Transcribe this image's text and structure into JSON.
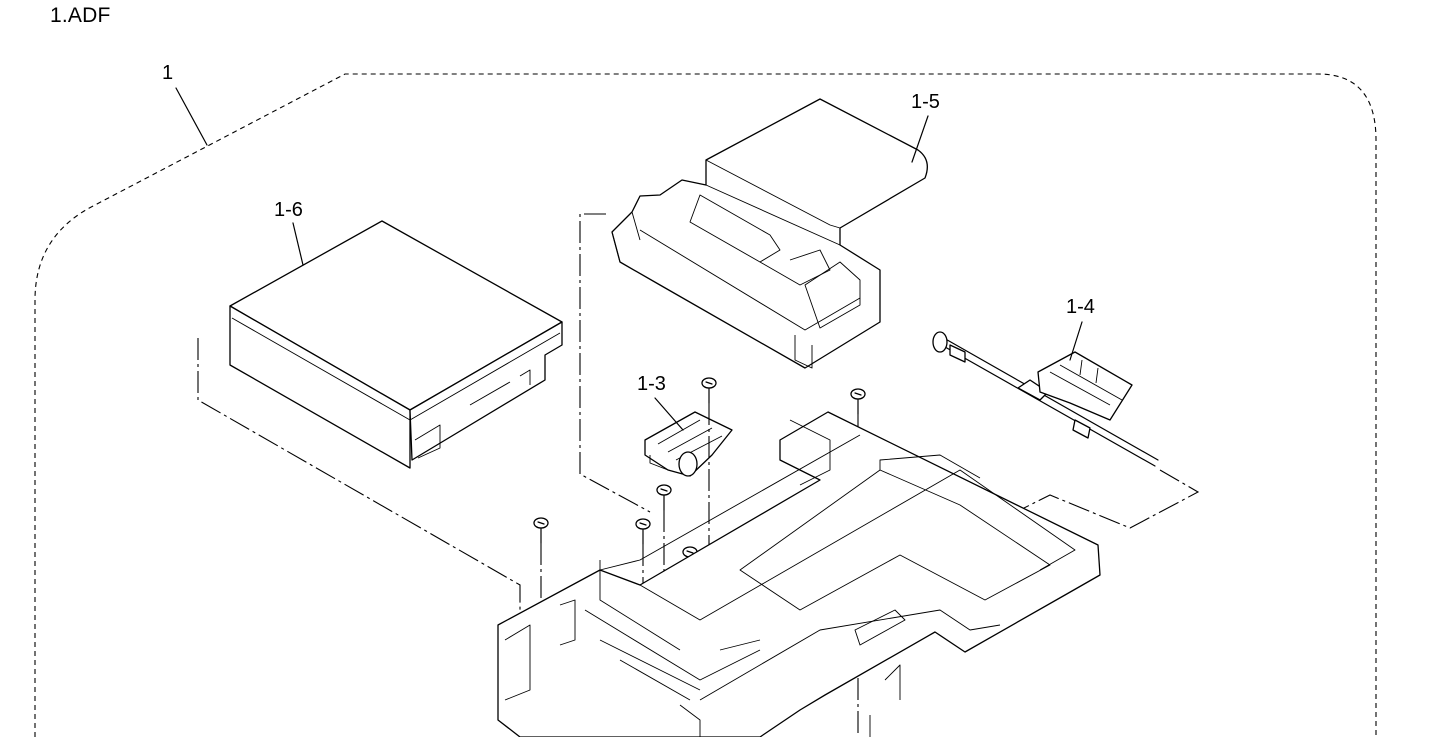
{
  "diagram": {
    "title": "1.ADF",
    "labels": {
      "assembly": "1",
      "p13": "1-3",
      "p14": "1-4",
      "p15": "1-5",
      "p16": "1-6"
    }
  }
}
